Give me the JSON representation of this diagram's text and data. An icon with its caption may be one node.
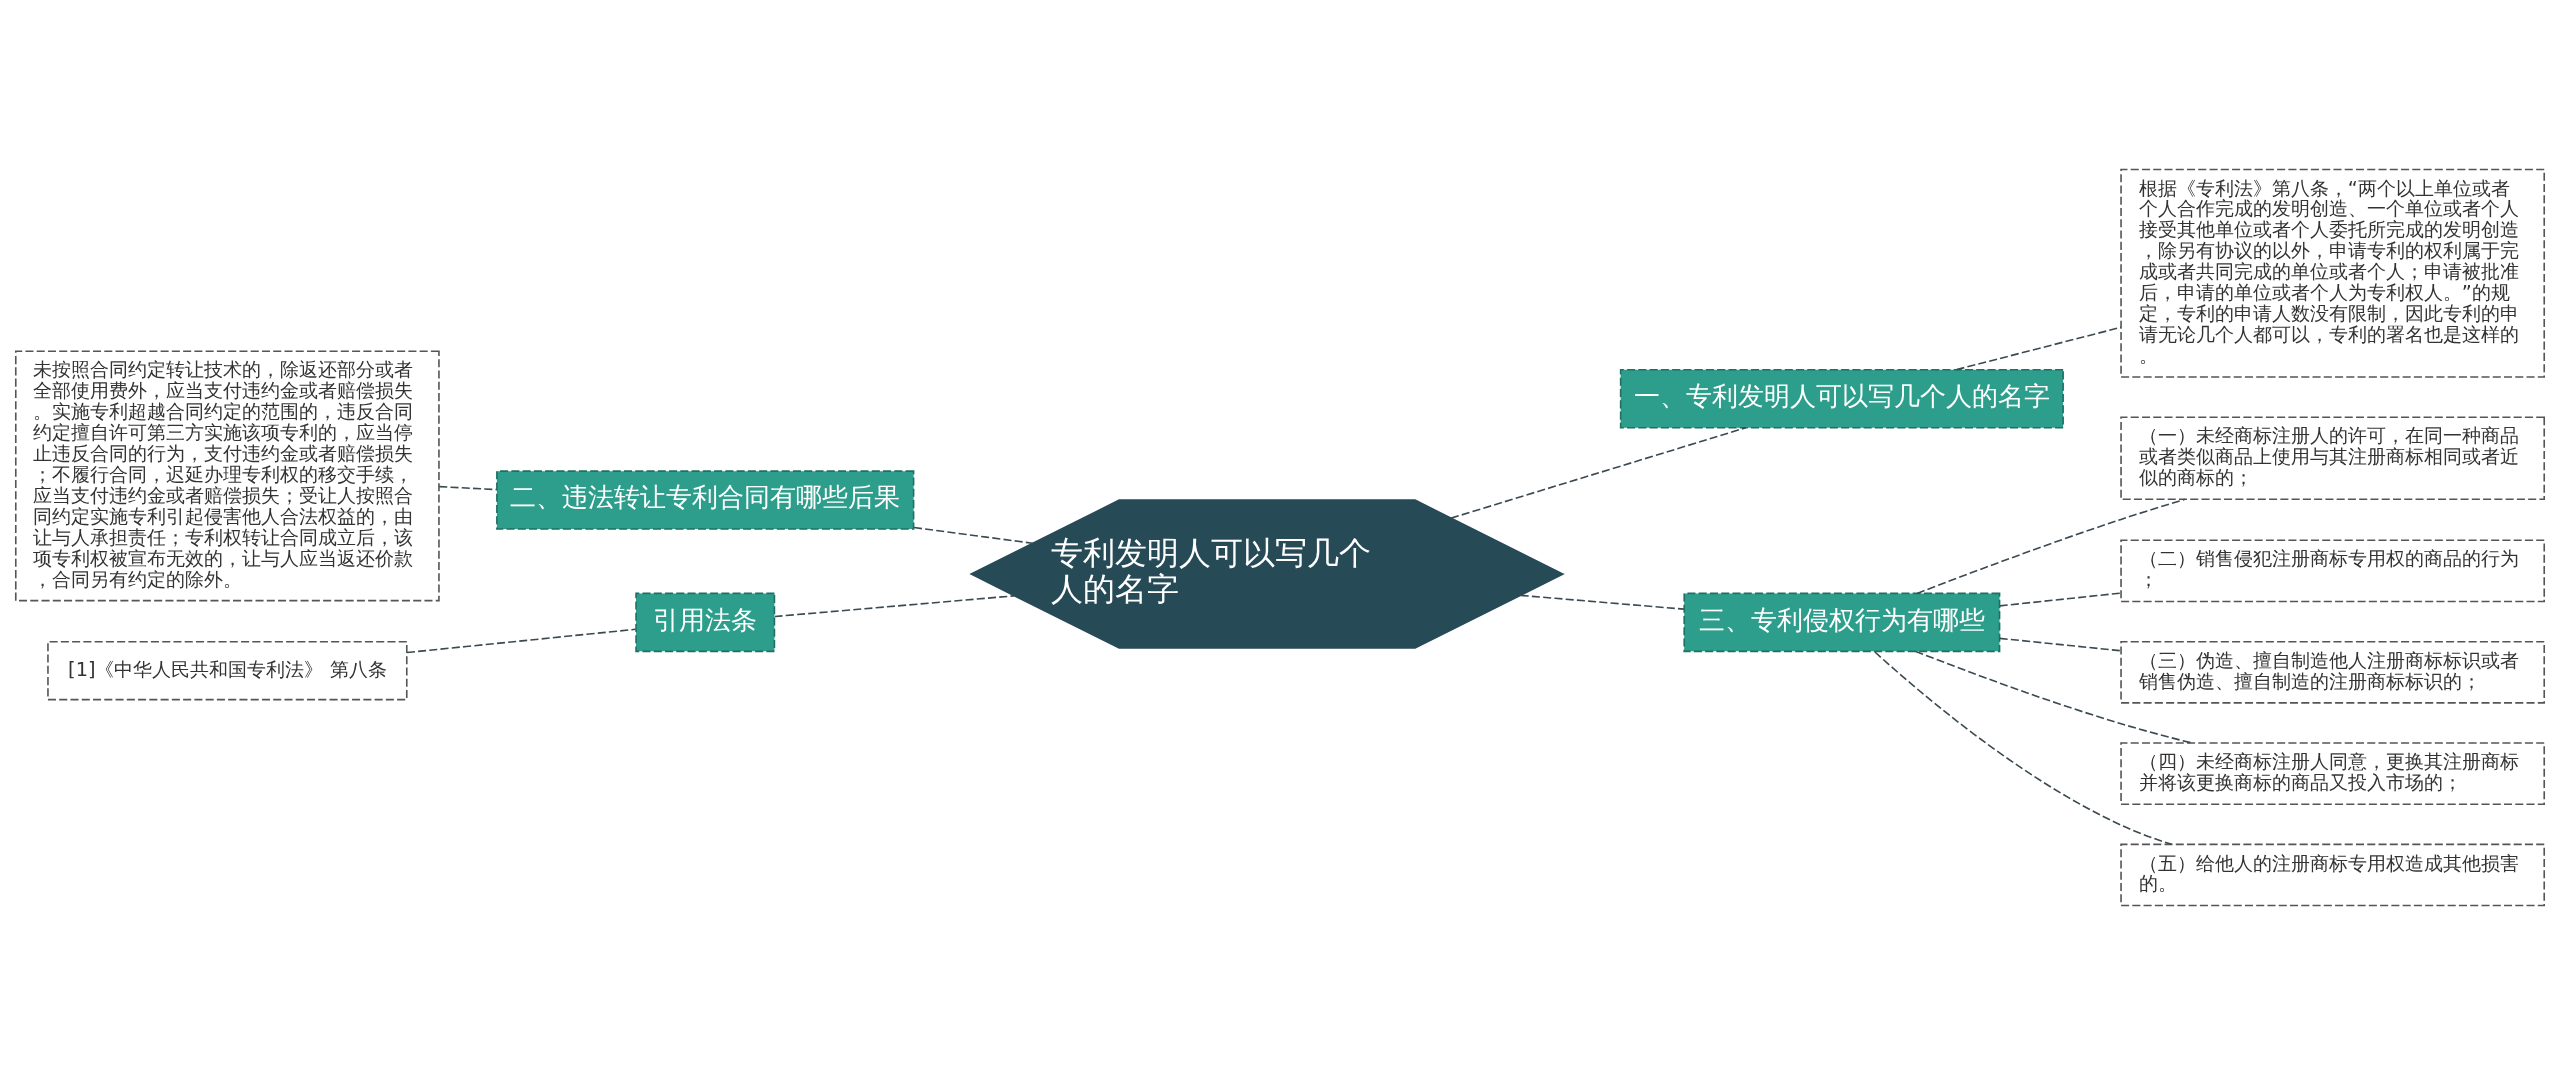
{
  "diagram": {
    "nodes": [
      {
        "text": [
          "专利发明人可以写几个人的名字"
        ]
      },
      {
        "text": [
          "一、专利发明人可以写几个人的名字"
        ]
      },
      {
        "text": [
          "根据《专利法》第八条，“两个以上单位或者个人合作完成的发明创造、一个单位或者个人接受其他单位或者个人委托所完成的发明创造，除另有协议的以外，申请专利的权利属于完成或者共同完成的单位或者个人；申请被批准后，申请的单位或者个人为专利权人。”的规定，专利的申请人数没有限制，因此专利的申请无论几个人都可以，专利的署名也是这样的。"
        ]
      },
      {
        "text": [
          "二、违法转让专利合同有哪些后果"
        ]
      },
      {
        "text": [
          "未按照合同约定转让技术的，除返还部分或者全部使用费外，应当支付违约金或者赔偿损失。实施专利超越合同约定的范围的，违反合同约定擅自许可第三方实施该项专利的，应当停止违反合同的行为，支付违约金或者赔偿损失；不履行合同，迟延办理专利权的移交手续，应当支付违约金或者赔偿损失；受让人按照合同约定实施专利引起侵害他人合法权益的，由让与人承担责任；专利权转让合同成立后，该项专利权被宣布无效的，让与人应当返还价款，合同另有约定的除外。"
        ]
      },
      {
        "text": [
          "引用法条"
        ]
      },
      {
        "text": [
          "[1]《中华人民共和国专利法》 第八条"
        ]
      },
      {
        "text": [
          "三、专利侵权行为有哪些"
        ]
      },
      {
        "text": [
          "（一）未经商标注册人的许可，在同一种商品或者类似商品上使用与其注册商标相同或者近似的商标的；"
        ]
      },
      {
        "text": [
          "（二）销售侵犯注册商标专用权的商品的行为；"
        ]
      },
      {
        "text": [
          "（三）伪造、擅自制造他人注册商标标识或者销售伪造、擅自制造的注册商标标识的；"
        ]
      },
      {
        "text": [
          "（四）未经商标注册人同意，更换其注册商标并将该更换商标的商品又投入市场的；"
        ]
      },
      {
        "text": [
          "（五）给他人的注册商标专用权造成其他损害的。"
        ]
      }
    ],
    "edges": [
      {
        "from": 0,
        "to": 1,
        "arrow": "none",
        "style": "dashed"
      },
      {
        "from": 1,
        "to": 2,
        "arrow": "none",
        "style": "dashed"
      },
      {
        "from": 0,
        "to": 3,
        "arrow": "none",
        "style": "dashed"
      },
      {
        "from": 3,
        "to": 4,
        "arrow": "none",
        "style": "dashed"
      },
      {
        "from": 0,
        "to": 5,
        "arrow": "none",
        "style": "dashed"
      },
      {
        "from": 5,
        "to": 6,
        "arrow": "none",
        "style": "dashed"
      },
      {
        "from": 0,
        "to": 7,
        "arrow": "none",
        "style": "dashed"
      },
      {
        "from": 7,
        "to": 8,
        "arrow": "none",
        "style": "dashed"
      },
      {
        "from": 7,
        "to": 9,
        "arrow": "none",
        "style": "dashed"
      },
      {
        "from": 7,
        "to": 10,
        "arrow": "none",
        "style": "dashed"
      },
      {
        "from": 7,
        "to": 11,
        "arrow": "none",
        "style": "dashed"
      },
      {
        "from": 7,
        "to": 12,
        "arrow": "none",
        "style": "dashed"
      }
    ]
  }
}
